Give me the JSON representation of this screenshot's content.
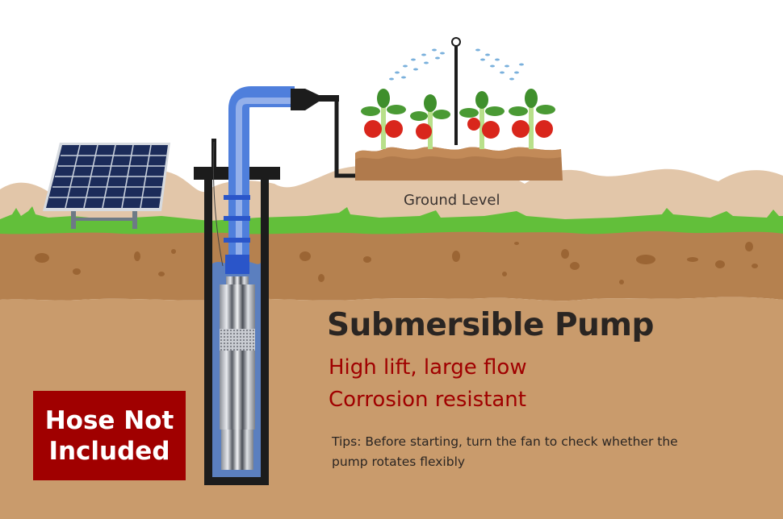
{
  "product": {
    "title": "Submersible Pump",
    "features": [
      "High lift, large flow",
      "Corrosion resistant"
    ],
    "tips": "Tips: Before starting, turn the fan to check whether the pump rotates flexibly"
  },
  "badge": {
    "line1": "Hose Not",
    "line2": "Included"
  },
  "diagram": {
    "ground_label": "Ground Level",
    "components": [
      "solar-panel",
      "well-casing",
      "water-pipe",
      "submersible-pump",
      "hose-nozzle",
      "raised-garden-bed",
      "tomato-plants",
      "sprinkler"
    ]
  },
  "colors": {
    "title": "#2a2522",
    "accent_red": "#a00000",
    "sand": "#c99b6c",
    "topsoil": "#b5814f",
    "grass": "#62bf3a",
    "hills": "#e2c6a9",
    "pipe_blue": "#4f7fdc",
    "water": "#5b7fbf",
    "well_black": "#1c1c1c"
  }
}
